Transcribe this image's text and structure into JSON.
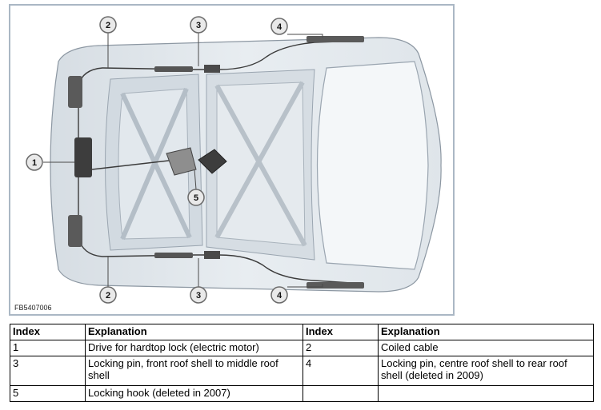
{
  "figure": {
    "id": "FB5407006",
    "callouts": [
      "1",
      "2",
      "3",
      "4",
      "5"
    ]
  },
  "table": {
    "headers": [
      "Index",
      "Explanation",
      "Index",
      "Explanation"
    ],
    "rows": [
      [
        "1",
        "Drive for hardtop lock (electric motor)",
        "2",
        "Coiled cable"
      ],
      [
        "3",
        "Locking pin, front roof shell to middle roof shell",
        "4",
        "Locking pin, centre roof shell to rear roof shell (deleted in 2009)"
      ],
      [
        "5",
        "Locking hook (deleted in 2007)",
        "",
        ""
      ]
    ]
  }
}
